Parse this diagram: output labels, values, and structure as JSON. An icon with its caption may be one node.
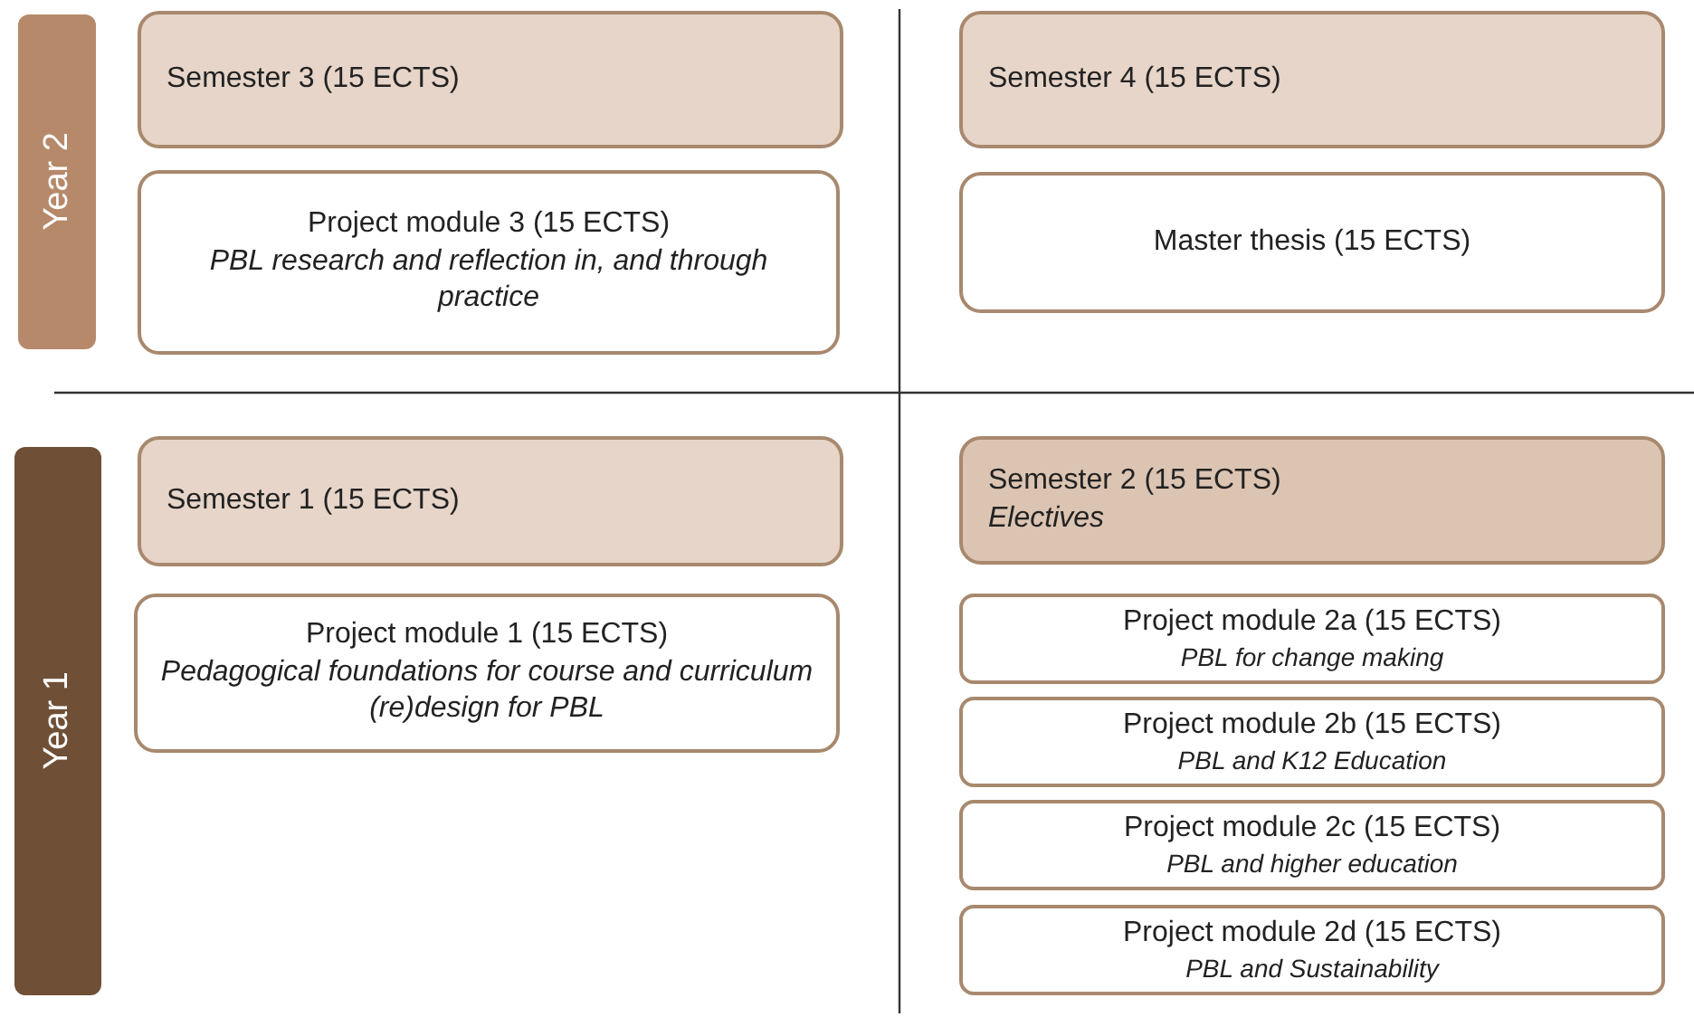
{
  "diagram": {
    "nodes": [
      {
        "text": [
          "Year 2"
        ]
      },
      {
        "text": [
          "Semester 3 (15 ECTS)"
        ]
      },
      {
        "text": [
          "Project module 3 (15 ECTS)",
          "PBL research and reflection in, and through practice"
        ]
      },
      {
        "text": [
          "Semester 4 (15 ECTS)"
        ]
      },
      {
        "text": [
          "Master thesis (15 ECTS)"
        ]
      },
      {
        "text": [
          "Year 1"
        ]
      },
      {
        "text": [
          "Semester 1 (15 ECTS)"
        ]
      },
      {
        "text": [
          "Project module 1 (15 ECTS)",
          "Pedagogical foundations for course and curriculum (re)design for PBL"
        ]
      },
      {
        "text": [
          "Semester 2 (15 ECTS)",
          "Electives"
        ]
      },
      {
        "text": [
          "Project module 2a (15 ECTS)",
          "PBL for change making"
        ]
      },
      {
        "text": [
          "Project module 2b (15 ECTS)",
          "PBL and K12 Education"
        ]
      },
      {
        "text": [
          "Project module 2c (15 ECTS)",
          "PBL and higher education"
        ]
      },
      {
        "text": [
          "Project module 2d (15 ECTS)",
          "PBL and Sustainability"
        ]
      }
    ]
  }
}
